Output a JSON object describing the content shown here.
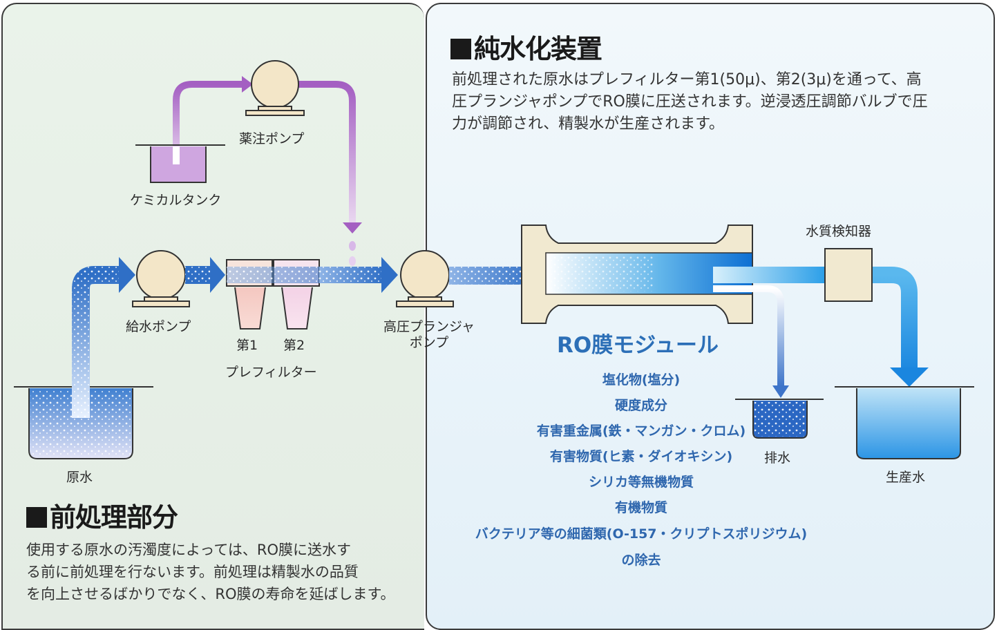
{
  "sections": {
    "pretreatment": {
      "heading": "前処理部分",
      "description_lines": [
        "使用する原水の汚濁度によっては、RO膜に送水す",
        "る前に前処理を行ないます。前処理は精製水の品質",
        "を向上させるばかりでなく、RO膜の寿命を延ばします。"
      ]
    },
    "purification": {
      "heading": "純水化装置",
      "description_lines": [
        "前処理された原水はプレフィルター第1(50μ)、第2(3μ)を通って、高",
        "圧プランジャポンプでRO膜に圧送されます。逆浸透圧調節バルブで圧",
        "力が調節され、精製水が生産されます。"
      ]
    }
  },
  "labels": {
    "chemical_pump": "薬注ポンプ",
    "chemical_tank": "ケミカルタンク",
    "feed_pump": "給水ポンプ",
    "filter_1": "第1",
    "filter_2": "第2",
    "prefilter": "プレフィルター",
    "hp_pump_line1": "高圧プランジャ",
    "hp_pump_line2": "ポンプ",
    "raw_water": "原水",
    "quality_detector": "水質検知器",
    "drain": "排水",
    "product_water": "生産水"
  },
  "ro_module": {
    "title": "RO膜モジュール",
    "removes": [
      "塩化物(塩分)",
      "硬度成分",
      "有害重金属(鉄・マンガン・クロム)",
      "有害物質(ヒ素・ダイオキシン)",
      "シリカ等無機物質",
      "有機物質",
      "バクテリア等の細菌類(O-157・クリプトスポリジウム)",
      "の除去"
    ]
  },
  "colors": {
    "flow_blue": "#2f6fc6",
    "chemical_purple": "#a66bc4",
    "pump_fill": "#f3e6c8",
    "heading_black": "#1a1a1a",
    "ro_text_blue": "#2f67ae"
  }
}
